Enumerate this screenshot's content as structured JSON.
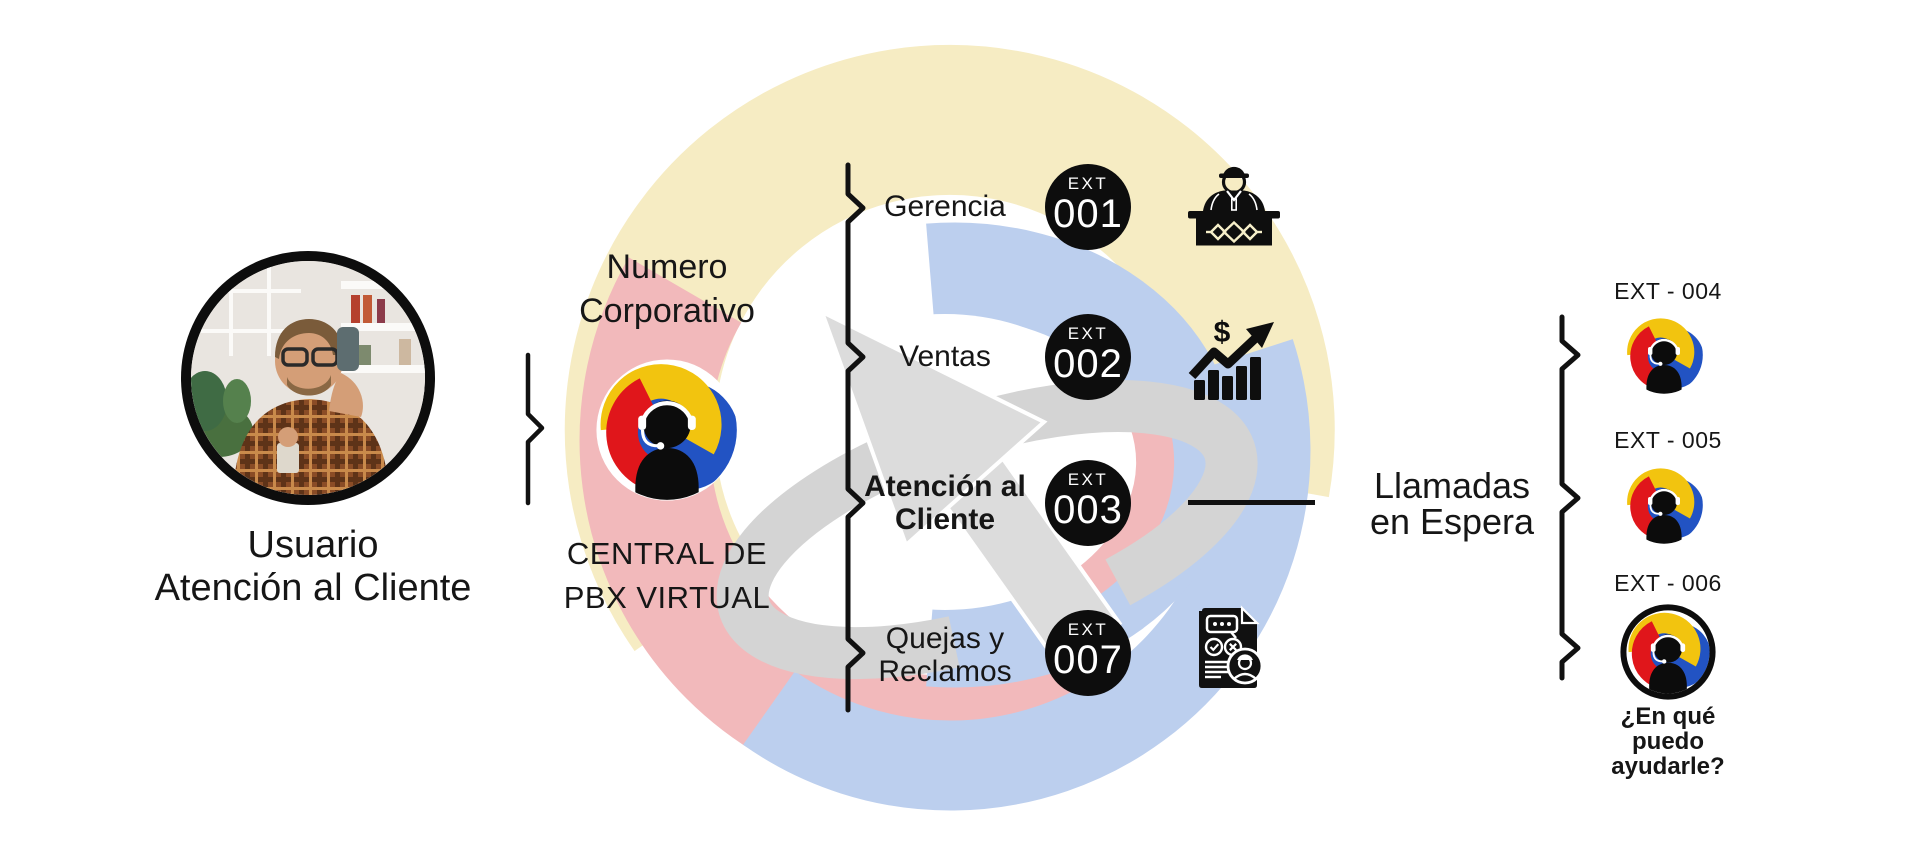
{
  "user": {
    "caption_line1": "Usuario",
    "caption_line2": "Atención al Cliente",
    "photo_alt": "man-on-phone-photo"
  },
  "pbx": {
    "title_line1": "Numero",
    "title_line2": "Corporativo",
    "subtitle_line1": "CENTRAL DE",
    "subtitle_line2": "PBX VIRTUAL",
    "logo_icon": "headset-agent-logo"
  },
  "extensions": [
    {
      "label_line1": "Gerencia",
      "label_line2": "",
      "badge_label": "EXT",
      "badge_number": "001",
      "icon": "manager-desk-icon"
    },
    {
      "label_line1": "Ventas",
      "label_line2": "",
      "badge_label": "EXT",
      "badge_number": "002",
      "icon": "sales-growth-icon"
    },
    {
      "label_line1": "Atención al",
      "label_line2": "Cliente",
      "badge_label": "EXT",
      "badge_number": "003",
      "icon": "connector-line"
    },
    {
      "label_line1": "Quejas y",
      "label_line2": "Reclamos",
      "badge_label": "EXT",
      "badge_number": "007",
      "icon": "complaints-document-icon"
    }
  ],
  "sales_icon": {
    "dollar_glyph": "$"
  },
  "waiting": {
    "title_line1": "Llamadas",
    "title_line2": "en Espera",
    "items": [
      {
        "label": "EXT - 004",
        "icon": "headset-agent-logo"
      },
      {
        "label": "EXT - 005",
        "icon": "headset-agent-logo"
      },
      {
        "label": "EXT - 006",
        "icon": "headset-agent-logo-ringed"
      }
    ],
    "greeting_line1": "¿En qué",
    "greeting_line2": "puedo",
    "greeting_line3": "ayudarle?"
  },
  "colors": {
    "ink": "#111111",
    "brand_yellow": "#f2c40f",
    "brand_blue": "#2253c3",
    "brand_red": "#e0161b",
    "watermark_yellow": "#f6ecc3",
    "watermark_pink": "#f2b9bb",
    "watermark_blue": "#bccfee",
    "watermark_gray": "#d6d6d6"
  }
}
